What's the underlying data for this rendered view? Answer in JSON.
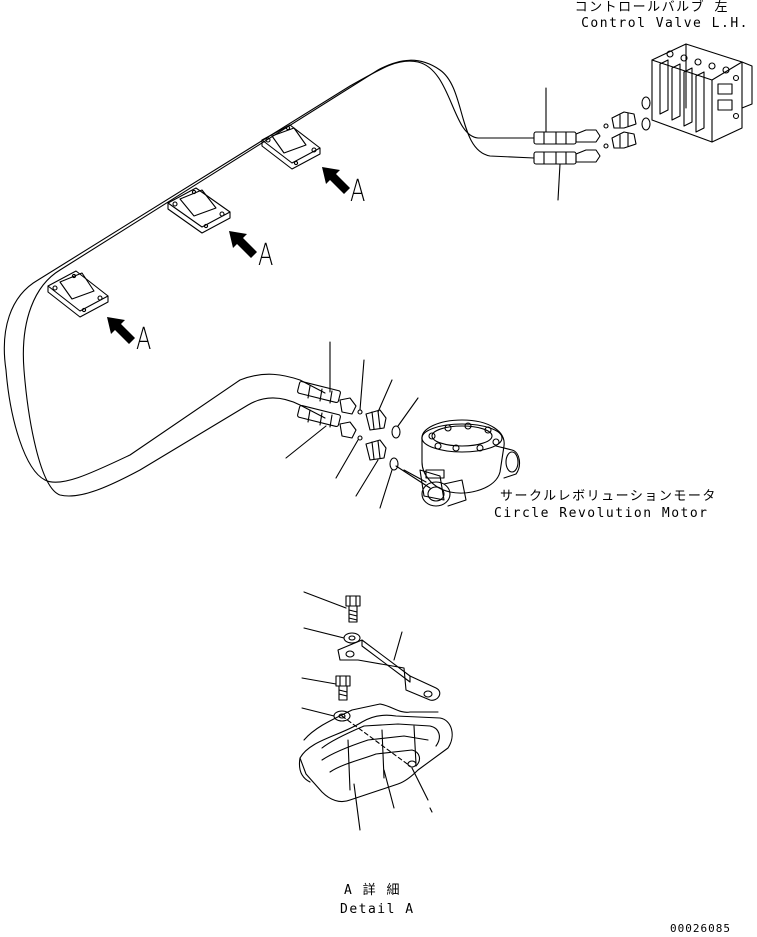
{
  "labels": {
    "control_valve_jp": "コントロールバルブ 左",
    "control_valve_en": "Control Valve L.H.",
    "motor_jp": "サークルレボリューションモータ",
    "motor_en": "Circle Revolution Motor",
    "view_marker": "A",
    "detail_jp": "A 詳 細",
    "detail_en": "Detail A",
    "drawing_number": "00026085"
  },
  "colors": {
    "line": "#000000",
    "background": "#ffffff"
  }
}
